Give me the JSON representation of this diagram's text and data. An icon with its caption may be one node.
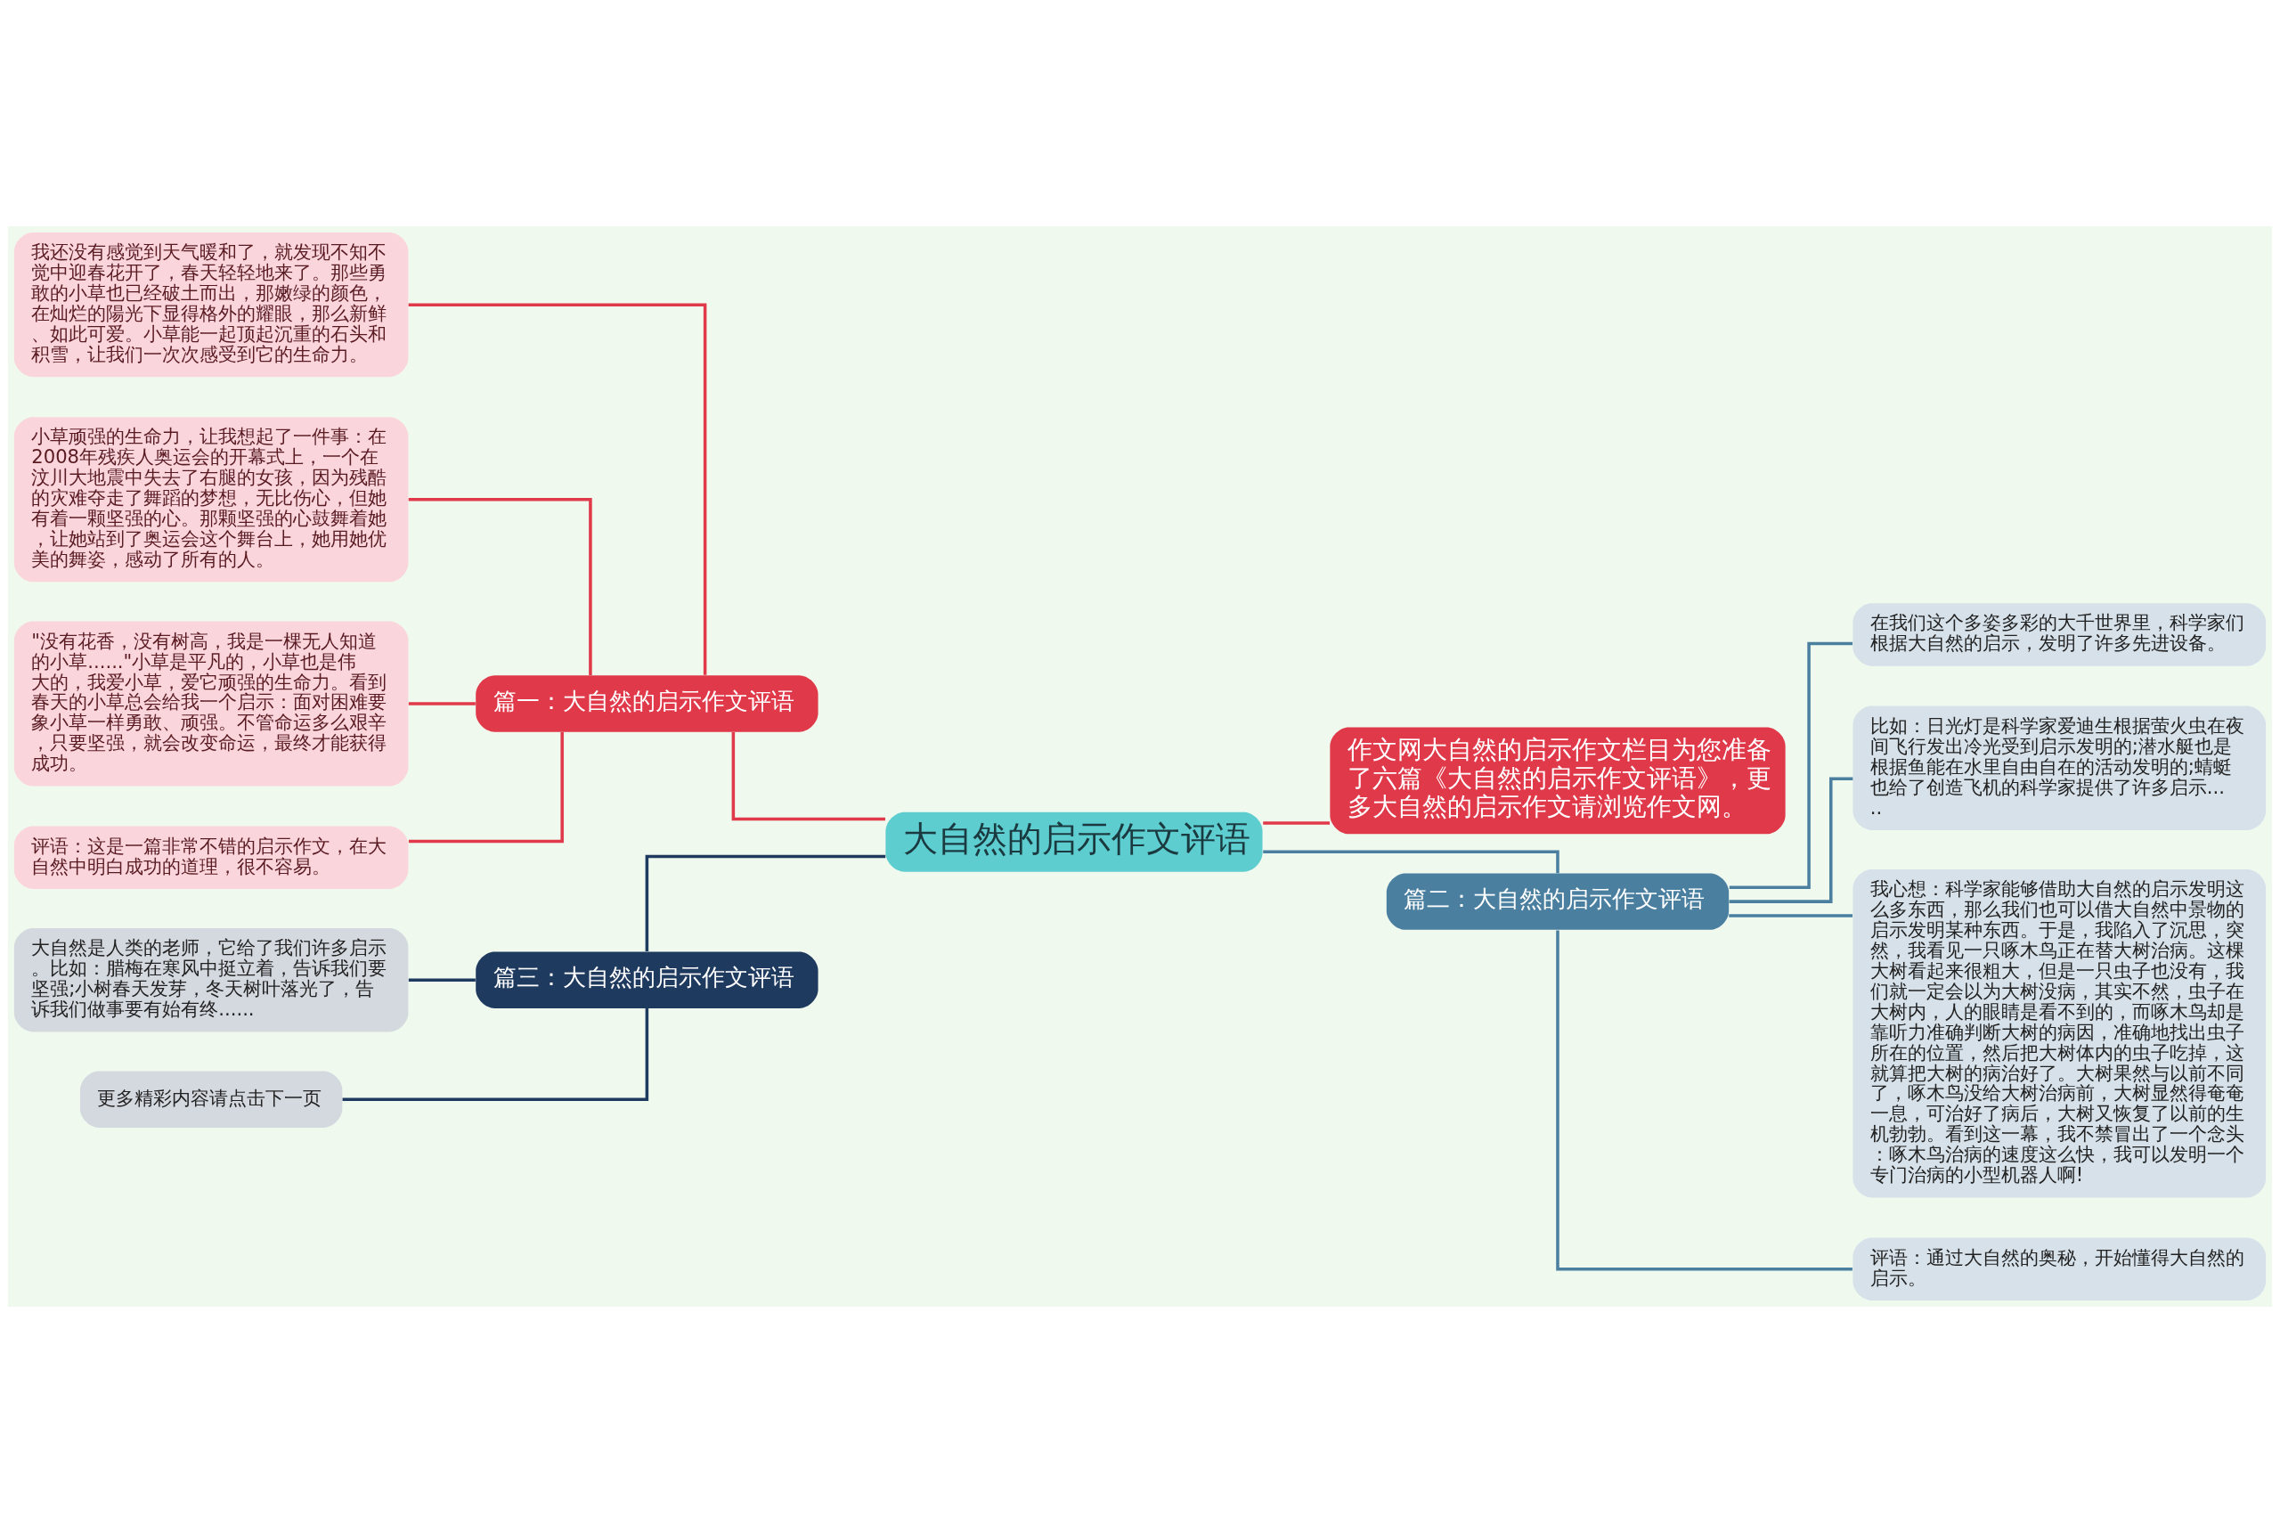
{
  "diagram": {
    "nodes": [
      {
        "text": [
          "大自然的启示作文评语"
        ]
      },
      {
        "text": [
          "篇一：大自然的启示作文评语"
        ]
      },
      {
        "text": [
          "我还没有感觉到天气暖和了，就发现不知不觉中迎春花开了，春天轻轻地来了。那些勇敢的小草也已经破土而出，那嫩绿的颜色，在灿烂的陽光下显得格外的耀眼，那么新鲜、如此可爱。小草能一起顶起沉重的石头和积雪，让我们一次次感受到它的生命力。"
        ]
      },
      {
        "text": [
          "小草顽强的生命力，让我想起了一件事：在2008年残疾人奥运会的开幕式上，一个在汶川大地震中失去了右腿的女孩，因为残酷的灾难夺走了舞蹈的梦想，无比伤心，但她有着一颗坚强的心。那颗坚强的心鼓舞着她，让她站到了奥运会这个舞台上，她用她优美的舞姿，感动了所有的人。"
        ]
      },
      {
        "text": [
          "\"没有花香，没有树高，我是一棵无人知道的小草......\"小草是平凡的，小草也是伟大的，我爱小草，爱它顽强的生命力。看到春天的小草总会给我一个启示：面对困难要象小草一样勇敢、顽强。不管命运多么艰辛，只要坚强，就会改变命运，最终才能获得成功。"
        ]
      },
      {
        "text": [
          "评语：这是一篇非常不错的启示作文，在大自然中明白成功的道理，很不容易。"
        ]
      },
      {
        "text": [
          "篇三：大自然的启示作文评语"
        ]
      },
      {
        "text": [
          "大自然是人类的老师，它给了我们许多启示。比如：腊梅在寒风中挺立着，告诉我们要坚强;小树春天发芽，冬天树叶落光了，告诉我们做事要有始有终......"
        ]
      },
      {
        "text": [
          "更多精彩内容请点击下一页"
        ]
      },
      {
        "text": [
          "作文网大自然的启示作文栏目为您准备了六篇《大自然的启示作文评语》，更多大自然的启示作文请浏览作文网。"
        ]
      },
      {
        "text": [
          "篇二：大自然的启示作文评语"
        ]
      },
      {
        "text": [
          "在我们这个多姿多彩的大千世界里，科学家们根据大自然的启示，发明了许多先进设备。"
        ]
      },
      {
        "text": [
          "比如：日光灯是科学家爱迪生根据萤火虫在夜间飞行发出冷光受到启示发明的;潜水艇也是根据鱼能在水里自由自在的活动发明的;蜻蜓也给了创造飞机的科学家提供了许多启示....."
        ]
      },
      {
        "text": [
          "我心想：科学家能够借助大自然的启示发明这么多东西，那么我们也可以借大自然中景物的启示发明某种东西。于是，我陷入了沉思，突然，我看见一只啄木鸟正在替大树治病。这棵大树看起来很粗大，但是一只虫子也没有，我们就一定会以为大树没病，其实不然，虫子在大树内，人的眼睛是看不到的，而啄木鸟却是靠听力准确判断大树的病因，准确地找出虫子所在的位置，然后把大树体内的虫子吃掉，这就算把大树的病治好了。大树果然与以前不同了，啄木鸟没给大树治病前，大树显然得奄奄一息，可治好了病后，大树又恢复了以前的生机勃勃。看到这一幕，我不禁冒出了一个念头：啄木鸟治病的速度这么快，我可以发明一个专门治病的小型机器人啊!"
        ]
      },
      {
        "text": [
          "评语：通过大自然的奥秘，开始懂得大自然的启示。"
        ]
      }
    ],
    "edges": [
      {
        "from": 0,
        "to": 1,
        "arrow": "none",
        "color": "#e0394a"
      },
      {
        "from": 1,
        "to": 2,
        "arrow": "none",
        "color": "#e0394a"
      },
      {
        "from": 1,
        "to": 3,
        "arrow": "none",
        "color": "#e0394a"
      },
      {
        "from": 1,
        "to": 4,
        "arrow": "none",
        "color": "#e0394a"
      },
      {
        "from": 1,
        "to": 5,
        "arrow": "none",
        "color": "#e0394a"
      },
      {
        "from": 0,
        "to": 6,
        "arrow": "none",
        "color": "#1f3a5f"
      },
      {
        "from": 6,
        "to": 7,
        "arrow": "none",
        "color": "#1f3a5f"
      },
      {
        "from": 6,
        "to": 8,
        "arrow": "none",
        "color": "#1f3a5f"
      },
      {
        "from": 0,
        "to": 9,
        "arrow": "none",
        "color": "#e0394a"
      },
      {
        "from": 0,
        "to": 10,
        "arrow": "none",
        "color": "#4a7fa0"
      },
      {
        "from": 10,
        "to": 11,
        "arrow": "none",
        "color": "#4a7fa0"
      },
      {
        "from": 10,
        "to": 12,
        "arrow": "none",
        "color": "#4a7fa0"
      },
      {
        "from": 10,
        "to": 13,
        "arrow": "none",
        "color": "#4a7fa0"
      },
      {
        "from": 10,
        "to": 14,
        "arrow": "none",
        "color": "#4a7fa0"
      }
    ]
  }
}
